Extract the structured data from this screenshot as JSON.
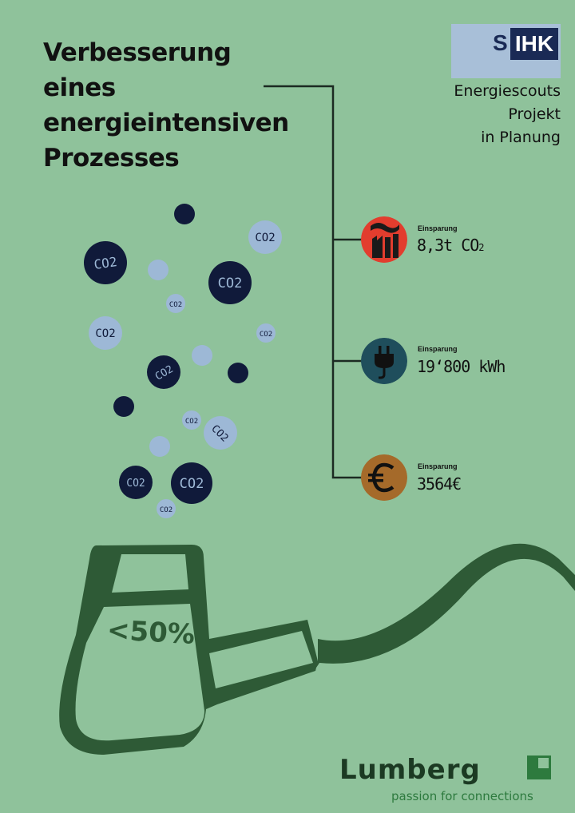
{
  "headline": [
    "Verbesserung",
    "eines",
    "energieintensiven",
    "Prozesses"
  ],
  "ihk_logo": {
    "letter": "S",
    "name": "IHK"
  },
  "project": [
    "Energiescouts",
    "Projekt",
    "in Planung"
  ],
  "savings": [
    {
      "label": "Einsparung",
      "value": "8,3t CO",
      "value_sub": "2",
      "icon": "factory-icon",
      "color": "#e23d2e"
    },
    {
      "label": "Einsparung",
      "value": "19‘800 kWh",
      "value_sub": "",
      "icon": "plug-icon",
      "color": "#1f4e5c"
    },
    {
      "label": "Einsparung",
      "value": "3564€",
      "value_sub": "",
      "icon": "euro-icon",
      "color": "#a56a2a"
    }
  ],
  "bubble_text": "CO2",
  "reduction": "<50%",
  "brand": {
    "name": "Lumberg",
    "tagline": "passion for connections"
  },
  "colors": {
    "background": "#8fc29b",
    "dark_bubble": "#101a3a",
    "light_bubble": "#9db8d6",
    "plug": "#2e5a36"
  }
}
